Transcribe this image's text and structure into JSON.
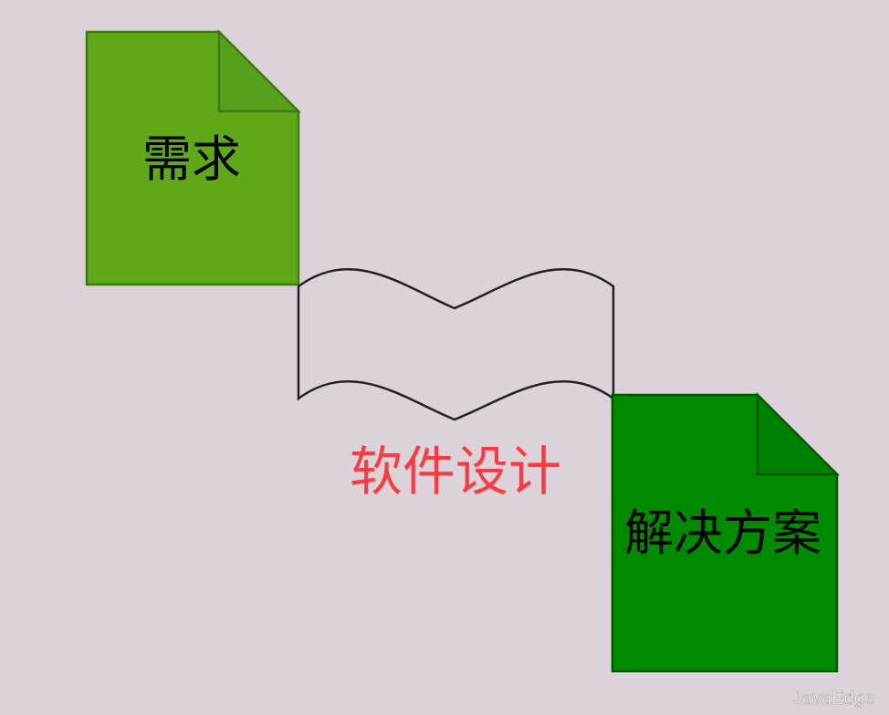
{
  "diagram": {
    "requirement_doc": {
      "label": "需求",
      "fill": "#5fa818",
      "fold_fill": "#56a01c",
      "stroke": "#3d7a10"
    },
    "process_shape": {
      "label": "软件设计",
      "stroke": "#222222",
      "label_color": "#fb3b3f"
    },
    "solution_doc": {
      "label": "解决方案",
      "fill": "#008a00",
      "fold_fill": "#008000",
      "stroke": "#005700"
    }
  },
  "watermark": {
    "text": "JavaEdge",
    "color": "#ffffff"
  }
}
